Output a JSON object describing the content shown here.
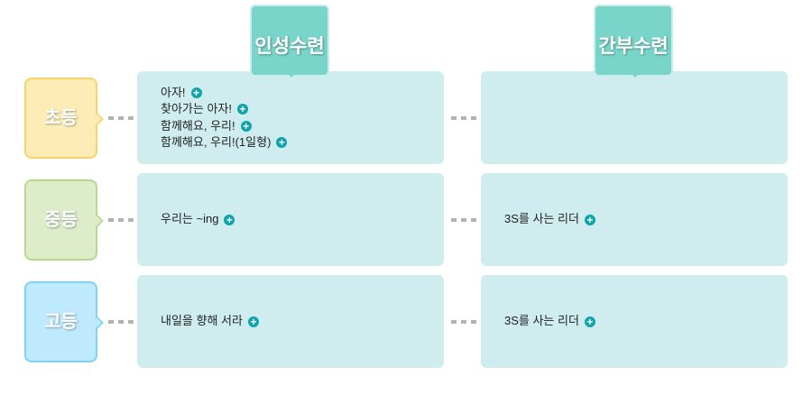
{
  "columns": [
    "인성수련",
    "간부수련"
  ],
  "levels": [
    "초등",
    "중등",
    "고등"
  ],
  "cards": {
    "r0c0": [
      "아자!",
      "찾아가는 아자!",
      "함께해요, 우리!",
      "함께해요, 우리!(1일형)"
    ],
    "r1c0": [
      "우리는 ~ing"
    ],
    "r1c1": [
      "3S를 사는 리더"
    ],
    "r2c0": [
      "내일을 향해 서라"
    ],
    "r2c1": [
      "3S를 사는 리더"
    ]
  },
  "plus_icon": "+",
  "colors": {
    "tab": "#79d4c9",
    "card": "#cfedee",
    "plus": "#0fa3ad",
    "elementary": "#fdecb6",
    "middle": "#ddecc9",
    "high": "#bfe9fc"
  }
}
